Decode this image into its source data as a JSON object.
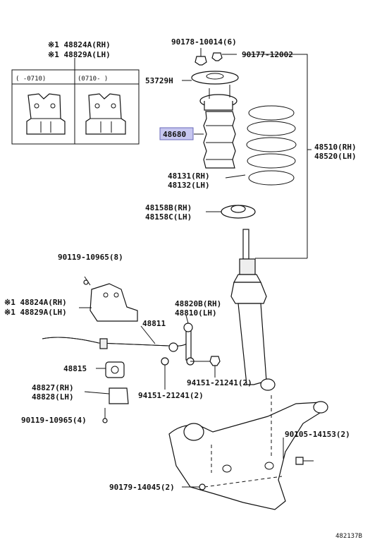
{
  "labels": {
    "inset_top_rh": "※1 48824A(RH)",
    "inset_top_lh": "※1 48829A(LH)",
    "inset_range_left": "(    -0710)",
    "inset_range_right": "(0710-     )",
    "p90178": "90178-10014(6)",
    "p90177": "90177-12002",
    "p53729": "53729H",
    "p48680": "48680",
    "p48510": "48510(RH)",
    "p48520": "48520(LH)",
    "p48131": "48131(RH)",
    "p48132": "48132(LH)",
    "p48158b": "48158B(RH)",
    "p48158c": "48158C(LH)",
    "p90119_top": "90119-10965(8)",
    "p48824a_mid": "※1 48824A(RH)",
    "p48829a_mid": "※1 48829A(LH)",
    "p48820b": "48820B(RH)",
    "p48810": "48810(LH)",
    "p48811": "48811",
    "p48815": "48815",
    "p48827": "48827(RH)",
    "p48828": "48828(LH)",
    "p94151_right": "94151-21241(2)",
    "p94151_left": "94151-21241(2)",
    "p90119_bottom": "90119-10965(4)",
    "p90105": "90105-14153(2)",
    "p90179": "90179-14045(2)",
    "figure_id": "482137B"
  },
  "colors": {
    "highlight": "#c7c7f0",
    "line": "#111111"
  }
}
